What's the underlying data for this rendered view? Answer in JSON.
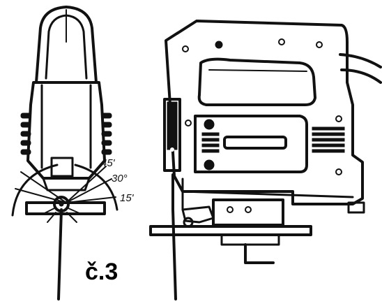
{
  "figure": {
    "label": "č.3",
    "angle_labels": [
      "45'",
      "30°",
      "15'"
    ]
  }
}
